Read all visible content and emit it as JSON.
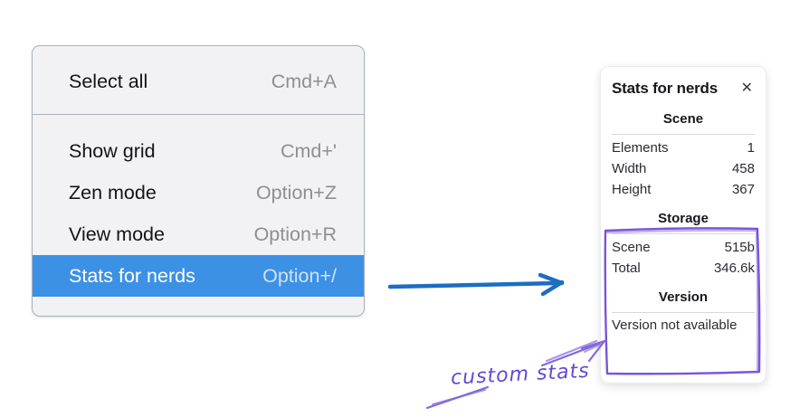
{
  "context_menu": {
    "items": [
      {
        "label": "Select all",
        "shortcut": "Cmd+A"
      },
      {
        "label": "Show grid",
        "shortcut": "Cmd+'"
      },
      {
        "label": "Zen mode",
        "shortcut": "Option+Z"
      },
      {
        "label": "View mode",
        "shortcut": "Option+R"
      },
      {
        "label": "Stats for nerds",
        "shortcut": "Option+/"
      }
    ],
    "selected_item": "Stats for nerds",
    "colors": {
      "background": "#f2f2f4",
      "border": "#a9b1ba",
      "highlight": "#3d91e5",
      "shortcut": "#8e8e93",
      "selected_shortcut": "#cfe2f8"
    }
  },
  "stats_panel": {
    "title": "Stats for nerds",
    "close_icon": "✕",
    "sections": [
      {
        "header": "Scene",
        "rows": [
          {
            "label": "Elements",
            "value": "1"
          },
          {
            "label": "Width",
            "value": "458"
          },
          {
            "label": "Height",
            "value": "367"
          }
        ]
      },
      {
        "header": "Storage",
        "rows": [
          {
            "label": "Scene",
            "value": "515b"
          },
          {
            "label": "Total",
            "value": "346.6k"
          }
        ]
      },
      {
        "header": "Version",
        "note": "Version not available"
      }
    ]
  },
  "annotations": {
    "label": "custom stats",
    "label_color": "#6448d4",
    "sketch_color": "#8468dd",
    "box_color": "#7a55d8",
    "pointer_arrow_color": "#1d6dc2"
  }
}
